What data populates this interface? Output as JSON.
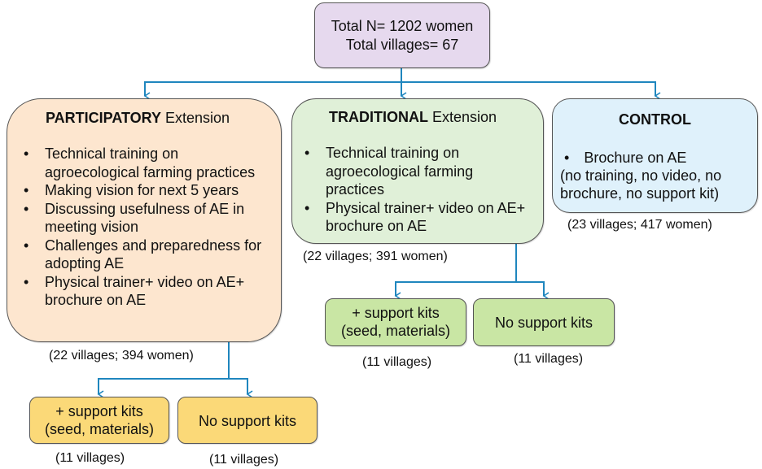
{
  "colors": {
    "connector": "#1f86be",
    "total_fill": "#e6d9ee",
    "participatory_fill": "#fde6cf",
    "traditional_fill": "#e0f0d8",
    "control_fill": "#dff1fb",
    "yellow_kit_fill": "#fbd978",
    "green_kit_fill": "#c9e6a4"
  },
  "total": {
    "line1": "Total N= 1202 women",
    "line2": "Total villages= 67"
  },
  "participatory": {
    "title_bold": "PARTICIPATORY",
    "title_rest": " Extension",
    "bullets": [
      "Technical training on agroecological farming practices",
      "Making vision for next 5 years",
      "Discussing usefulness of AE in meeting vision",
      "Challenges and preparedness for adopting AE",
      "Physical trainer+ video on AE+ brochure on AE"
    ],
    "caption": "(22 villages; 394 women)",
    "kits": [
      {
        "line1": "+ support kits",
        "line2": "(seed, materials)",
        "caption": "(11 villages)"
      },
      {
        "line1": "No support kits",
        "line2": "",
        "caption": "(11 villages)"
      }
    ]
  },
  "traditional": {
    "title_bold": "TRADITIONAL",
    "title_rest": " Extension",
    "bullets": [
      "Technical training on agroecological farming practices",
      "Physical trainer+ video on AE+ brochure on AE"
    ],
    "caption": "(22 villages; 391 women)",
    "kits": [
      {
        "line1": "+ support kits",
        "line2": "(seed, materials)",
        "caption": "(11 villages)"
      },
      {
        "line1": "No support kits",
        "line2": "",
        "caption": "(11 villages)"
      }
    ]
  },
  "control": {
    "title": "CONTROL",
    "bullet": "Brochure on AE",
    "note_line1": "(no training, no video, no",
    "note_line2": "brochure, no support kit)",
    "caption": "(23 villages; 417 women)"
  }
}
